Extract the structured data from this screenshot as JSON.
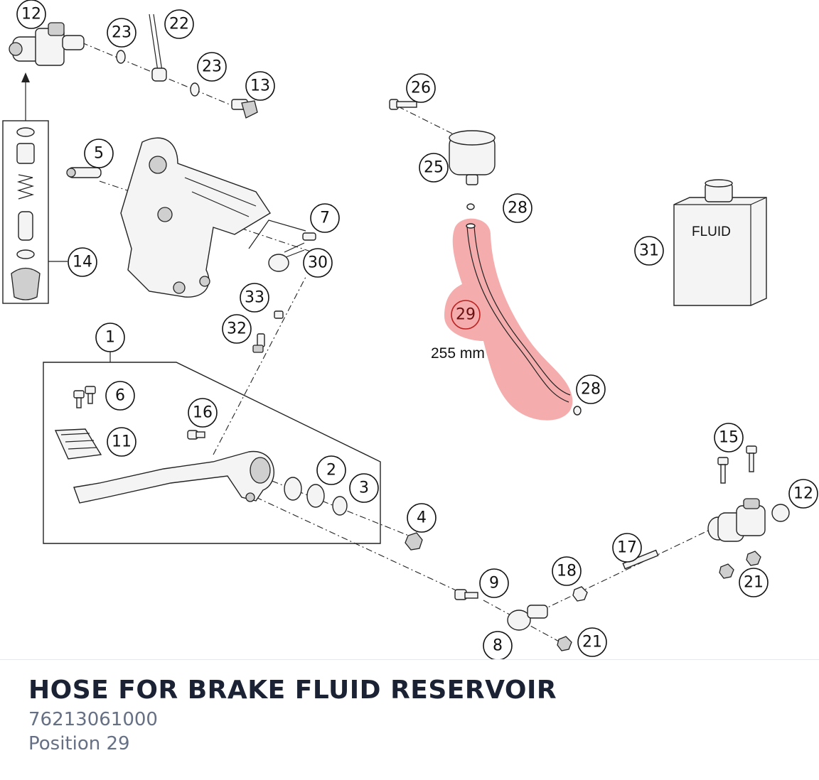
{
  "diagram": {
    "callouts": [
      {
        "id": "1",
        "label": "1"
      },
      {
        "id": "2",
        "label": "2"
      },
      {
        "id": "3",
        "label": "3"
      },
      {
        "id": "4",
        "label": "4"
      },
      {
        "id": "5",
        "label": "5"
      },
      {
        "id": "6",
        "label": "6"
      },
      {
        "id": "7",
        "label": "7"
      },
      {
        "id": "8",
        "label": "8"
      },
      {
        "id": "9",
        "label": "9"
      },
      {
        "id": "11",
        "label": "11"
      },
      {
        "id": "12a",
        "label": "12"
      },
      {
        "id": "12b",
        "label": "12"
      },
      {
        "id": "13",
        "label": "13"
      },
      {
        "id": "14",
        "label": "14"
      },
      {
        "id": "15",
        "label": "15"
      },
      {
        "id": "16",
        "label": "16"
      },
      {
        "id": "17",
        "label": "17"
      },
      {
        "id": "18",
        "label": "18"
      },
      {
        "id": "21a",
        "label": "21"
      },
      {
        "id": "21b",
        "label": "21"
      },
      {
        "id": "22",
        "label": "22"
      },
      {
        "id": "23a",
        "label": "23"
      },
      {
        "id": "23b",
        "label": "23"
      },
      {
        "id": "25",
        "label": "25"
      },
      {
        "id": "26",
        "label": "26"
      },
      {
        "id": "28a",
        "label": "28"
      },
      {
        "id": "28b",
        "label": "28"
      },
      {
        "id": "29",
        "label": "29",
        "highlighted": true
      },
      {
        "id": "30",
        "label": "30"
      },
      {
        "id": "31",
        "label": "31"
      },
      {
        "id": "32",
        "label": "32"
      },
      {
        "id": "33",
        "label": "33"
      }
    ],
    "hose_length_label": "255 mm",
    "fluid_container_label": "FLUID",
    "highlight_color": "#f08080"
  },
  "part": {
    "name": "HOSE FOR BRAKE FLUID RESERVOIR",
    "number": "76213061000",
    "position": "Position 29"
  }
}
